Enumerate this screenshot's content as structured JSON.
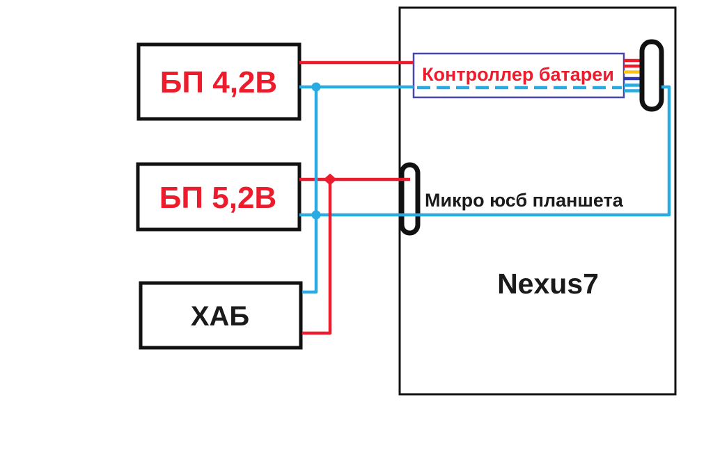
{
  "blocks": {
    "psu42": {
      "label": "БП 4,2В"
    },
    "psu52": {
      "label": "БП 5,2В"
    },
    "hub": {
      "label": "ХАБ"
    },
    "controller": {
      "label": "Контроллер батареи"
    },
    "tablet": {
      "label": "Nexus7"
    },
    "micro_usb": {
      "label": "Микро юсб планшета"
    }
  },
  "colors": {
    "red": "#EC1C2C",
    "blue": "#29ABE2",
    "yellow": "#FFC20E",
    "indigo": "#3236B0",
    "controller_border": "#4646AE",
    "outline": "#111111",
    "text_black": "#1A1A1A"
  }
}
